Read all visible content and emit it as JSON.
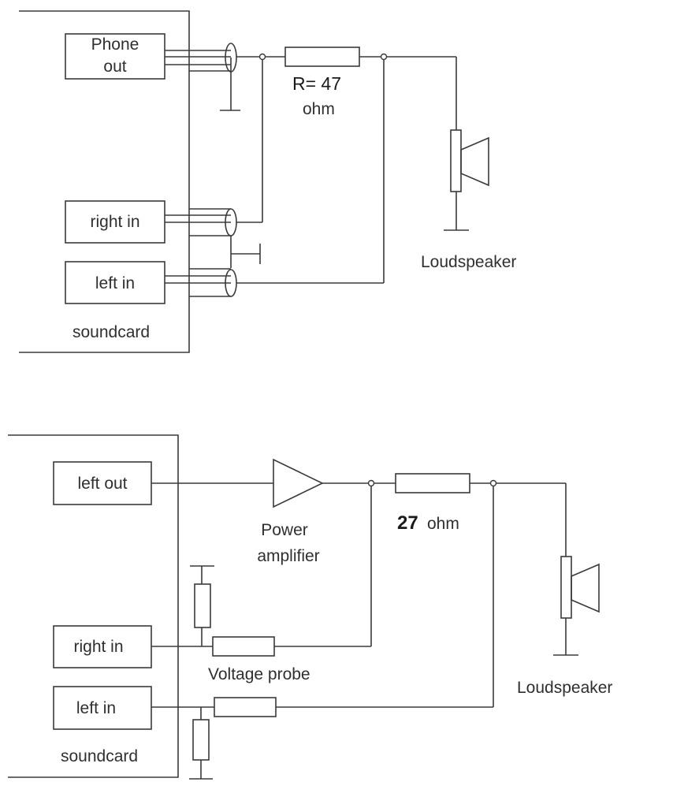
{
  "circuit_top": {
    "phone_out_line1": "Phone",
    "phone_out_line2": "out",
    "right_in": "right in",
    "left_in": "left in",
    "soundcard": "soundcard",
    "resistor_value": "R= 47",
    "resistor_unit": "ohm",
    "loudspeaker": "Loudspeaker"
  },
  "circuit_bottom": {
    "left_out": "left out",
    "right_in": "right in",
    "left_in": "left in",
    "soundcard": "soundcard",
    "amp_line1": "Power",
    "amp_line2": "amplifier",
    "resistor_value": "27",
    "resistor_unit": "ohm",
    "voltage_probe": "Voltage probe",
    "loudspeaker": "Loudspeaker"
  }
}
